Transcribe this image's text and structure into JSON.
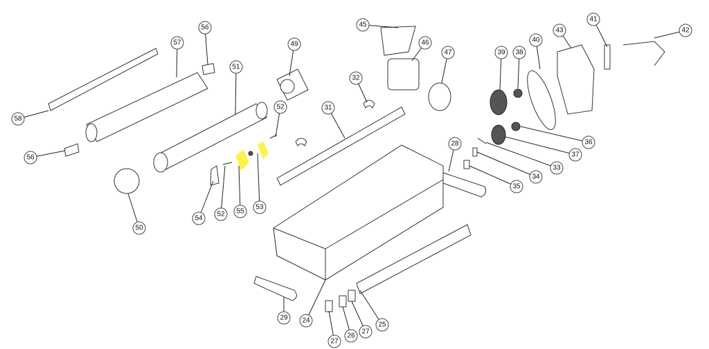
{
  "diagram": {
    "highlight_color": "#ffef3a",
    "callouts": [
      {
        "id": "c45",
        "number": "45"
      },
      {
        "id": "c56a",
        "number": "56"
      },
      {
        "id": "c57",
        "number": "57"
      },
      {
        "id": "c46",
        "number": "46"
      },
      {
        "id": "c42",
        "number": "42"
      },
      {
        "id": "c41",
        "number": "41"
      },
      {
        "id": "c43",
        "number": "43"
      },
      {
        "id": "c40",
        "number": "40"
      },
      {
        "id": "c39",
        "number": "39"
      },
      {
        "id": "c38",
        "number": "38"
      },
      {
        "id": "c47",
        "number": "47"
      },
      {
        "id": "c49",
        "number": "49"
      },
      {
        "id": "c51",
        "number": "51"
      },
      {
        "id": "c32",
        "number": "32"
      },
      {
        "id": "c52a",
        "number": "52"
      },
      {
        "id": "c31",
        "number": "31"
      },
      {
        "id": "c58",
        "number": "58"
      },
      {
        "id": "c56b",
        "number": "56"
      },
      {
        "id": "c28",
        "number": "28"
      },
      {
        "id": "c36",
        "number": "36"
      },
      {
        "id": "c37",
        "number": "37"
      },
      {
        "id": "c33",
        "number": "33"
      },
      {
        "id": "c34",
        "number": "34"
      },
      {
        "id": "c35",
        "number": "35"
      },
      {
        "id": "c52b",
        "number": "52"
      },
      {
        "id": "c54",
        "number": "54"
      },
      {
        "id": "c55",
        "number": "55"
      },
      {
        "id": "c53",
        "number": "53"
      },
      {
        "id": "c50",
        "number": "50"
      },
      {
        "id": "c29",
        "number": "29"
      },
      {
        "id": "c24",
        "number": "24"
      },
      {
        "id": "c25",
        "number": "25"
      },
      {
        "id": "c27a",
        "number": "27"
      },
      {
        "id": "c26",
        "number": "26"
      },
      {
        "id": "c27b",
        "number": "27"
      }
    ]
  }
}
